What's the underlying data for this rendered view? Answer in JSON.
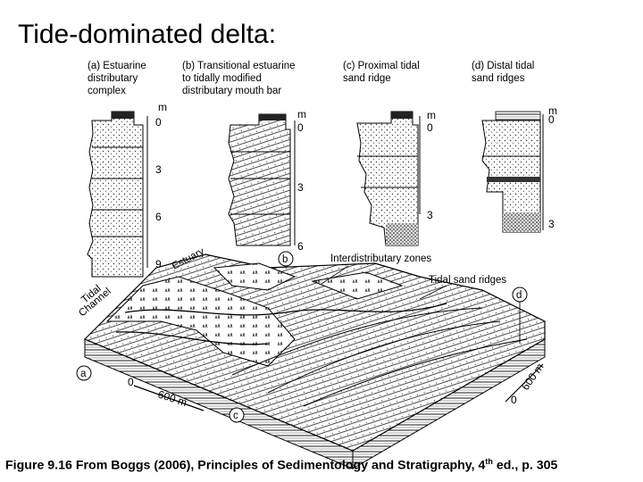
{
  "slide": {
    "title": "Tide-dominated delta:",
    "caption_main": "Figure 9.16 From Boggs (2006), Principles of Sedimentology and Stratigraphy, 4",
    "caption_sup": "th",
    "caption_tail": " ed., p. 305"
  },
  "figure": {
    "columns": [
      {
        "key": "a",
        "lines": [
          "(a)  Estuarine",
          "      distributary",
          "      complex"
        ],
        "unit": "m",
        "ticks": [
          "0",
          "3",
          "6",
          "9"
        ]
      },
      {
        "key": "b",
        "lines": [
          "(b)  Transitional estuarine",
          "      to tidally modified",
          "      distributary mouth bar"
        ],
        "unit": "m",
        "ticks": [
          "0",
          "3",
          "6"
        ]
      },
      {
        "key": "c",
        "lines": [
          "(c)  Proximal tidal",
          "      sand ridge"
        ],
        "unit": "m",
        "ticks": [
          "0",
          "3"
        ]
      },
      {
        "key": "d",
        "lines": [
          "(d)  Distal tidal",
          "      sand ridges"
        ],
        "unit": "m",
        "ticks": [
          "0",
          "3"
        ]
      }
    ],
    "block_labels": {
      "estuary": "Estuary",
      "tidal_channel_1": "Tidal",
      "tidal_channel_2": "Channel",
      "interdistributary": "Interdistributary zones",
      "tidal_sand_ridges": "Tidal sand ridges",
      "scale_x": "600 m",
      "scale_y": "600 m",
      "zero_x": "0",
      "zero_y": "0"
    },
    "markers": [
      "a",
      "b",
      "c",
      "d"
    ]
  }
}
